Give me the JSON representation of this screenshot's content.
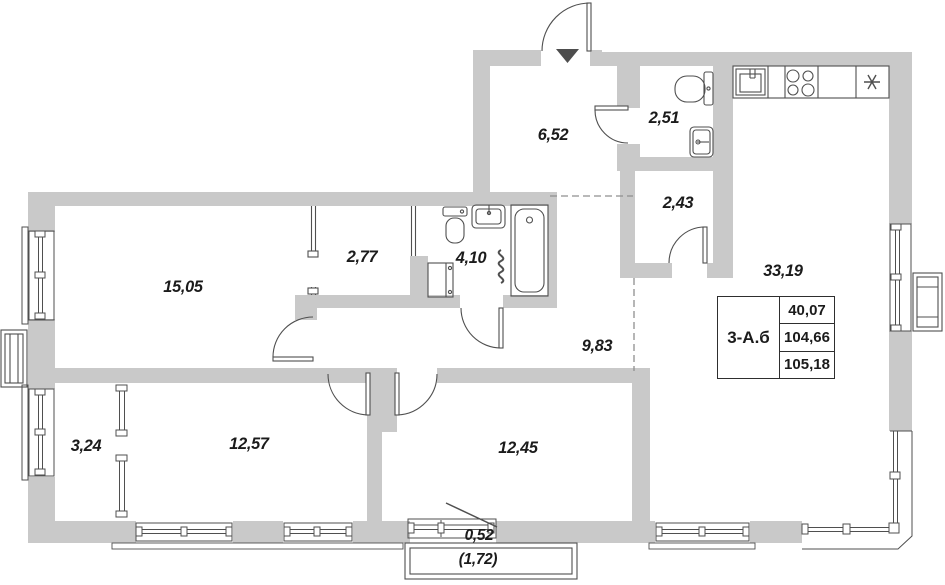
{
  "plan": {
    "type": "apartment-floor-plan",
    "entrance_marker": "triangle-down"
  },
  "colors": {
    "wall": "#c9c9c9",
    "line": "#4f4f4f",
    "text": "#1b1b1b",
    "entrance_triangle": "#4d4d4d",
    "background": "#ffffff"
  },
  "rooms": [
    {
      "id": "entry-hall",
      "area": "6,52"
    },
    {
      "id": "wc",
      "area": "2,51"
    },
    {
      "id": "storage",
      "area": "2,43"
    },
    {
      "id": "kitchen-living",
      "area": "33,19"
    },
    {
      "id": "closet",
      "area": "2,77"
    },
    {
      "id": "bathroom",
      "area": "4,10"
    },
    {
      "id": "bedroom-1",
      "area": "15,05"
    },
    {
      "id": "corridor",
      "area": "9,83"
    },
    {
      "id": "loggia",
      "area": "3,24"
    },
    {
      "id": "bedroom-2",
      "area": "12,57"
    },
    {
      "id": "bedroom-3",
      "area": "12,45"
    },
    {
      "id": "balcony",
      "area": "0,52",
      "area_full": "(1,72)"
    }
  ],
  "stat_table": {
    "unit_label": "3-А.б",
    "values": [
      "40,07",
      "104,66",
      "105,18"
    ]
  },
  "fixtures": [
    "kitchen-sink",
    "stove",
    "counter",
    "refrigerator",
    "wc-toilet",
    "wc-washbasin",
    "toilet",
    "washbasin",
    "bathtub",
    "washing-machine",
    "towel-radiator"
  ]
}
